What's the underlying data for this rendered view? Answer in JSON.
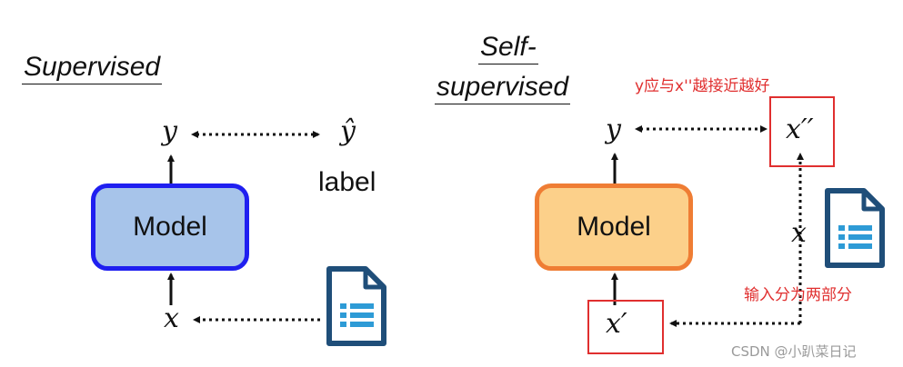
{
  "supervised": {
    "title": "Supervised",
    "output": "y",
    "label_symbol": "ŷ",
    "label_text": "label",
    "model": "Model",
    "input": "x"
  },
  "self_supervised": {
    "title_line1": "Self-",
    "title_line2": "supervised",
    "output": "y",
    "target": "x′′",
    "model": "Model",
    "input": "x′",
    "side_input": "x",
    "note_top": "y应与x''越接近越好",
    "note_split": "输入分为两部分"
  },
  "watermark": "CSDN @小趴菜日记",
  "colors": {
    "supervised_model_fill": "#a7c4ea",
    "supervised_model_border": "#1f1ff0",
    "self_model_fill": "#fcd08a",
    "self_model_border": "#ef7d34",
    "doc_icon": "#1f4e79",
    "doc_lines": "#2e9bd6",
    "annotation_red": "#e02f2f"
  }
}
